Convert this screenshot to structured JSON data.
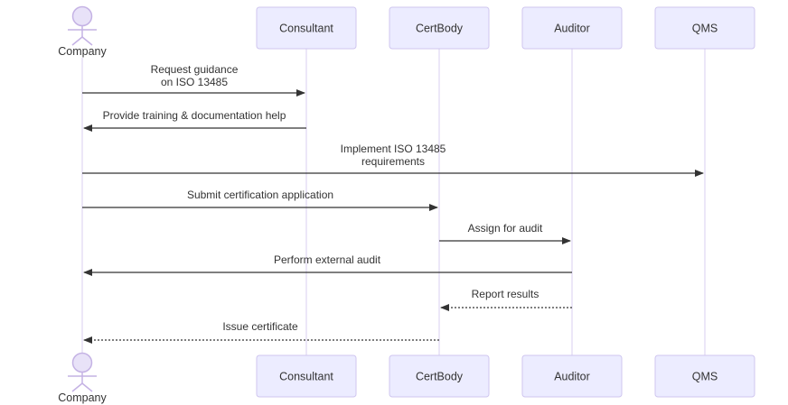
{
  "diagram": {
    "type": "uml-sequence-diagram",
    "actors": [
      {
        "id": "company",
        "label": "Company",
        "kind": "actor"
      },
      {
        "id": "consultant",
        "label": "Consultant",
        "kind": "participant"
      },
      {
        "id": "certbody",
        "label": "CertBody",
        "kind": "participant"
      },
      {
        "id": "auditor",
        "label": "Auditor",
        "kind": "participant"
      },
      {
        "id": "qms",
        "label": "QMS",
        "kind": "participant"
      }
    ],
    "messages": [
      {
        "from": "Company",
        "to": "Consultant",
        "label": "Request guidance on ISO 13485",
        "line1": "Request guidance",
        "line2": "on ISO 13485",
        "arrow": "solid"
      },
      {
        "from": "Consultant",
        "to": "Company",
        "label": "Provide training & documentation help",
        "arrow": "solid"
      },
      {
        "from": "Company",
        "to": "QMS",
        "label": "Implement ISO 13485 requirements",
        "line1": "Implement ISO 13485",
        "line2": "requirements",
        "arrow": "solid"
      },
      {
        "from": "Company",
        "to": "CertBody",
        "label": "Submit certification application",
        "arrow": "solid"
      },
      {
        "from": "CertBody",
        "to": "Auditor",
        "label": "Assign for audit",
        "arrow": "solid"
      },
      {
        "from": "Auditor",
        "to": "Company",
        "label": "Perform external audit",
        "arrow": "solid"
      },
      {
        "from": "Auditor",
        "to": "CertBody",
        "label": "Report results",
        "arrow": "dotted"
      },
      {
        "from": "CertBody",
        "to": "Company",
        "label": "Issue certificate",
        "arrow": "dotted"
      }
    ],
    "colors": {
      "participant_fill": "#ECECFF",
      "participant_border": "#cfc6ef",
      "lifeline": "#d8cff0",
      "actor_figure": "#c4b2e4",
      "arrow": "#333333",
      "text": "#333333",
      "background": "#ffffff"
    }
  }
}
